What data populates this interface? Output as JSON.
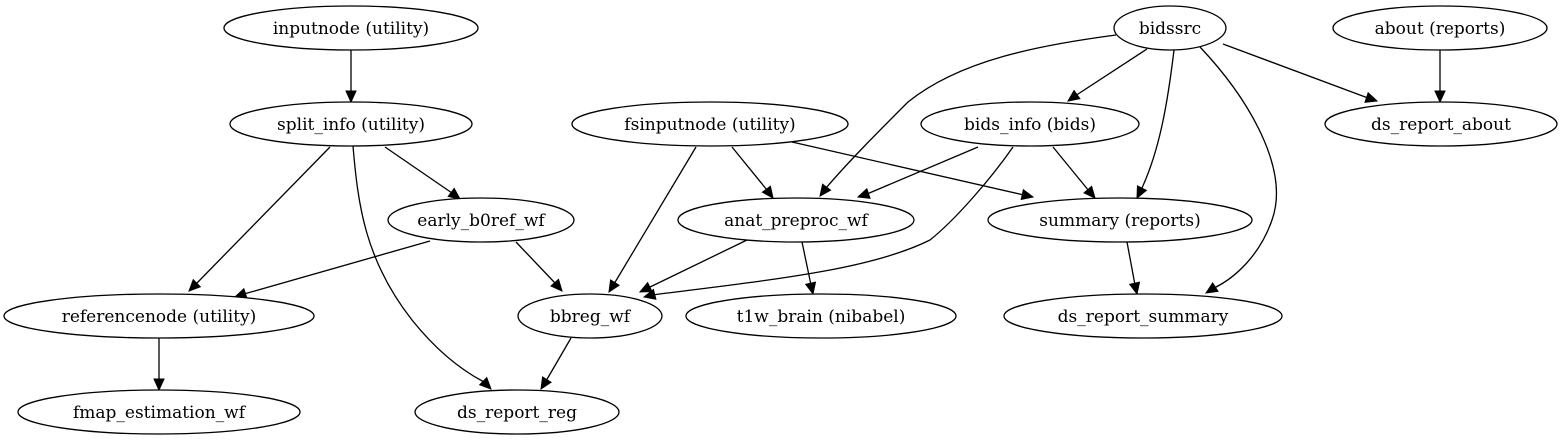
{
  "nodes": {
    "inputnode": "inputnode (utility)",
    "split_info": "split_info (utility)",
    "early_b0ref_wf": "early_b0ref_wf",
    "referencenode": "referencenode (utility)",
    "fmap_estimation_wf": "fmap_estimation_wf",
    "fsinputnode": "fsinputnode (utility)",
    "anat_preproc_wf": "anat_preproc_wf",
    "bbreg_wf": "bbreg_wf",
    "t1w_brain": "t1w_brain (nibabel)",
    "ds_report_reg": "ds_report_reg",
    "bidssrc": "bidssrc",
    "bids_info": "bids_info (bids)",
    "summary": "summary (reports)",
    "ds_report_summary": "ds_report_summary",
    "about": "about (reports)",
    "ds_report_about": "ds_report_about"
  },
  "edges": [
    [
      "inputnode",
      "split_info"
    ],
    [
      "split_info",
      "early_b0ref_wf"
    ],
    [
      "split_info",
      "referencenode"
    ],
    [
      "split_info",
      "ds_report_reg"
    ],
    [
      "early_b0ref_wf",
      "referencenode"
    ],
    [
      "early_b0ref_wf",
      "bbreg_wf"
    ],
    [
      "referencenode",
      "fmap_estimation_wf"
    ],
    [
      "fsinputnode",
      "anat_preproc_wf"
    ],
    [
      "fsinputnode",
      "bbreg_wf"
    ],
    [
      "fsinputnode",
      "summary"
    ],
    [
      "anat_preproc_wf",
      "bbreg_wf"
    ],
    [
      "anat_preproc_wf",
      "t1w_brain"
    ],
    [
      "bbreg_wf",
      "ds_report_reg"
    ],
    [
      "bidssrc",
      "bids_info"
    ],
    [
      "bidssrc",
      "anat_preproc_wf"
    ],
    [
      "bidssrc",
      "summary"
    ],
    [
      "bidssrc",
      "ds_report_summary"
    ],
    [
      "bidssrc",
      "ds_report_about"
    ],
    [
      "bids_info",
      "anat_preproc_wf"
    ],
    [
      "bids_info",
      "summary"
    ],
    [
      "bids_info",
      "bbreg_wf"
    ],
    [
      "summary",
      "ds_report_summary"
    ],
    [
      "about",
      "ds_report_about"
    ]
  ]
}
